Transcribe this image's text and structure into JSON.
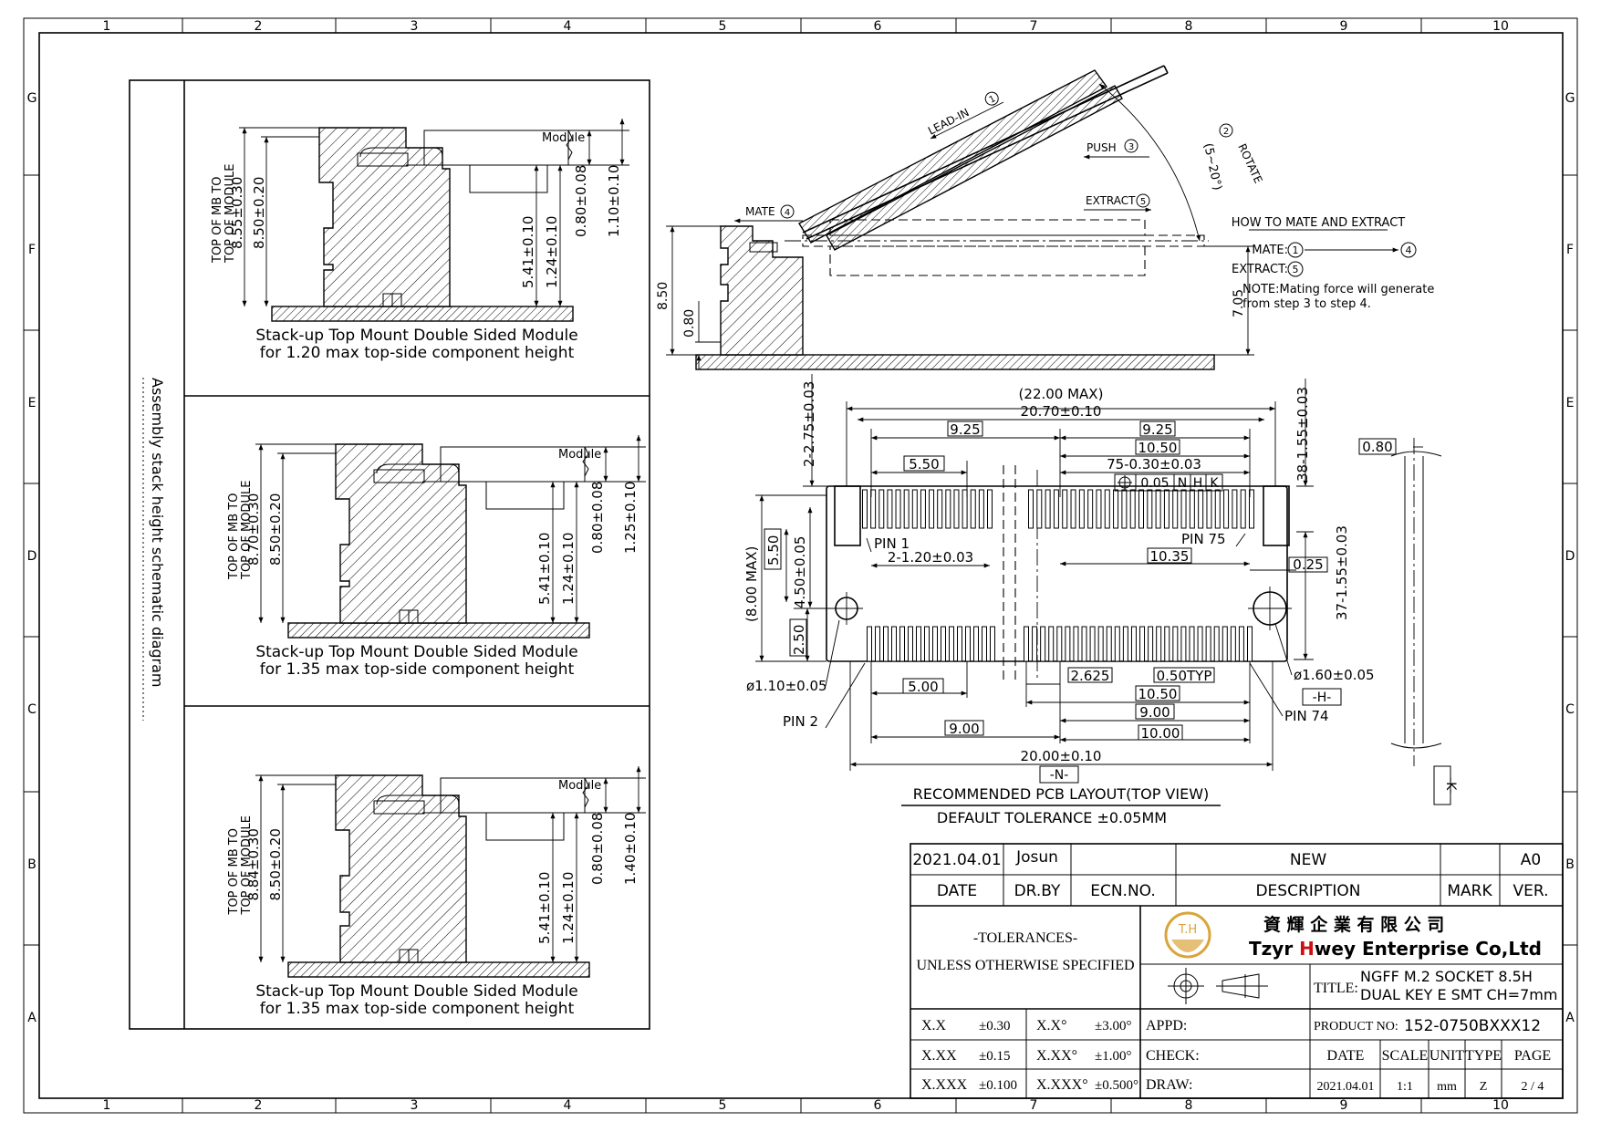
{
  "grid": {
    "columns": [
      "1",
      "2",
      "3",
      "4",
      "5",
      "6",
      "7",
      "8",
      "9",
      "10"
    ],
    "rows": [
      "G",
      "F",
      "E",
      "D",
      "C",
      "B",
      "A"
    ]
  },
  "side_label": "Assembly stack height schematic diagram",
  "stackups": [
    {
      "module_label": "Module",
      "top_label_1": "TOP OF MB TO",
      "top_label_2": "TOP OF MODULE",
      "dim_total": "8.55±0.30",
      "dim_body": "8.50±0.20",
      "dim_a": "5.41±0.10",
      "dim_b": "1.24±0.10",
      "dim_c": "0.80±0.08",
      "dim_d": "1.10±0.10",
      "caption_1": "Stack-up Top Mount Double Sided Module",
      "caption_2": "for 1.20 max top-side component height"
    },
    {
      "module_label": "Module",
      "top_label_1": "TOP OF MB TO",
      "top_label_2": "TOP OF MODULE",
      "dim_total": "8.70±0.30",
      "dim_body": "8.50±0.20",
      "dim_a": "5.41±0.10",
      "dim_b": "1.24±0.10",
      "dim_c": "0.80±0.08",
      "dim_d": "1.25±0.10",
      "caption_1": "Stack-up Top Mount Double Sided Module",
      "caption_2": "for 1.35 max top-side component height"
    },
    {
      "module_label": "Module",
      "top_label_1": "TOP OF MB TO",
      "top_label_2": "TOP OF MODULE",
      "dim_total": "8.84±0.30",
      "dim_body": "8.50±0.20",
      "dim_a": "5.41±0.10",
      "dim_b": "1.24±0.10",
      "dim_c": "0.80±0.08",
      "dim_d": "1.40±0.10",
      "caption_1": "Stack-up Top Mount Double Sided Module",
      "caption_2": "for 1.35 max top-side component height"
    }
  ],
  "side_view": {
    "lead_in": "LEAD-IN",
    "lead_in_no": "1",
    "rotate": "ROTATE",
    "rotate_no": "2",
    "rotate_angle": "(5~20°)",
    "push": "PUSH",
    "push_no": "3",
    "mate": "MATE",
    "mate_no": "4",
    "extract": "EXTRACT",
    "extract_no": "5",
    "dim_height": "8.50",
    "dim_base": "0.80",
    "dim_right": "7.05"
  },
  "how_to": {
    "title": "HOW TO MATE AND EXTRACT",
    "mate": "MATE:",
    "mate_from": "1",
    "mate_to": "4",
    "extract": "EXTRACT:",
    "extract_no": "5",
    "note_1": "NOTE:Mating force will generate",
    "note_2": "from step 3 to step 4."
  },
  "layout": {
    "max_width": "(22.00 MAX)",
    "width": "20.70±0.10",
    "d_925_left": "9.25",
    "d_925_right": "9.25",
    "d_1050_top": "10.50",
    "d_75": "75-0.30±0.03",
    "d_550_top": "5.50",
    "fcf_value": "0.05",
    "fcf_refs": [
      "N",
      "H",
      "K"
    ],
    "d_top_left_v": "2-2.75±0.03",
    "d_top_right_v": "38-1.55±0.03",
    "d_bot_right_v": "37-1.55±0.03",
    "pin1": "PIN 1",
    "pin75": "PIN 75",
    "pin2": "PIN 2",
    "pin74": "PIN 74",
    "d_2_120": "2-1.20±0.03",
    "d_1035": "10.35",
    "d_025": "0.25",
    "d_max8": "(8.00 MAX)",
    "d_550_v": "5.50",
    "d_450": "4.50±0.05",
    "d_250": "2.50",
    "hole_left": "ø1.10±0.05",
    "hole_right": "ø1.60±0.05",
    "datum_h": "-H-",
    "d_500": "5.00",
    "d_2625": "2.625",
    "d_050typ": "0.50TYP",
    "d_1050_bot": "10.50",
    "d_900_right": "9.00",
    "d_900_left": "9.00",
    "d_1000": "10.00",
    "d_2000": "20.00±0.10",
    "datum_n": "-N-",
    "title": "RECOMMENDED PCB LAYOUT(TOP VIEW)",
    "tolerance": "DEFAULT TOLERANCE ±0.05MM",
    "d_080": "0.80",
    "datum_k": "-K-"
  },
  "title_block": {
    "rev_date": "2021.04.01",
    "rev_by": "Josun",
    "rev_ecn": "",
    "rev_desc": "NEW",
    "rev_mark": "",
    "rev_ver": "A0",
    "h_date": "DATE",
    "h_drby": "DR.BY",
    "h_ecn": "ECN.NO.",
    "h_desc": "DESCRIPTION",
    "h_mark": "MARK",
    "h_ver": "VER.",
    "tol_title": "-TOLERANCES-",
    "tol_sub": "UNLESS OTHERWISE SPECIFIED",
    "company_cn": "資 輝 企 業 有 限 公 司",
    "company_en_pre": "Tzyr ",
    "company_en_h": "H",
    "company_en_post": "wey Enterprise Co,Ltd",
    "logo_text": "T.H",
    "title_label": "TITLE:",
    "title_1": "NGFF M.2 SOCKET 8.5H",
    "title_2": "DUAL KEY E SMT CH=7mm",
    "tolerances": [
      {
        "k1": "X.X",
        "v1": "±0.30",
        "k2": "X.X°",
        "v2": "±3.00°"
      },
      {
        "k1": "X.XX",
        "v1": "±0.15",
        "k2": "X.XX°",
        "v2": "±1.00°"
      },
      {
        "k1": "X.XXX",
        "v1": "±0.100",
        "k2": "X.XXX°",
        "v2": "±0.500°"
      }
    ],
    "appd": "APPD:",
    "check": "CHECK:",
    "draw": "DRAW:",
    "product_label": "PRODUCT NO:",
    "product_no": "152-0750BXXX12",
    "h_date2": "DATE",
    "h_scale": "SCALE",
    "h_unit": "UNIT",
    "h_type": "TYPE",
    "h_page": "PAGE",
    "date": "2021.04.01",
    "scale": "1:1",
    "unit": "mm",
    "type": "Z",
    "page": "2 / 4"
  },
  "colors": {
    "logo_gold": "#d9a43a",
    "logo_red": "#cc1111",
    "ink": "#000000"
  }
}
